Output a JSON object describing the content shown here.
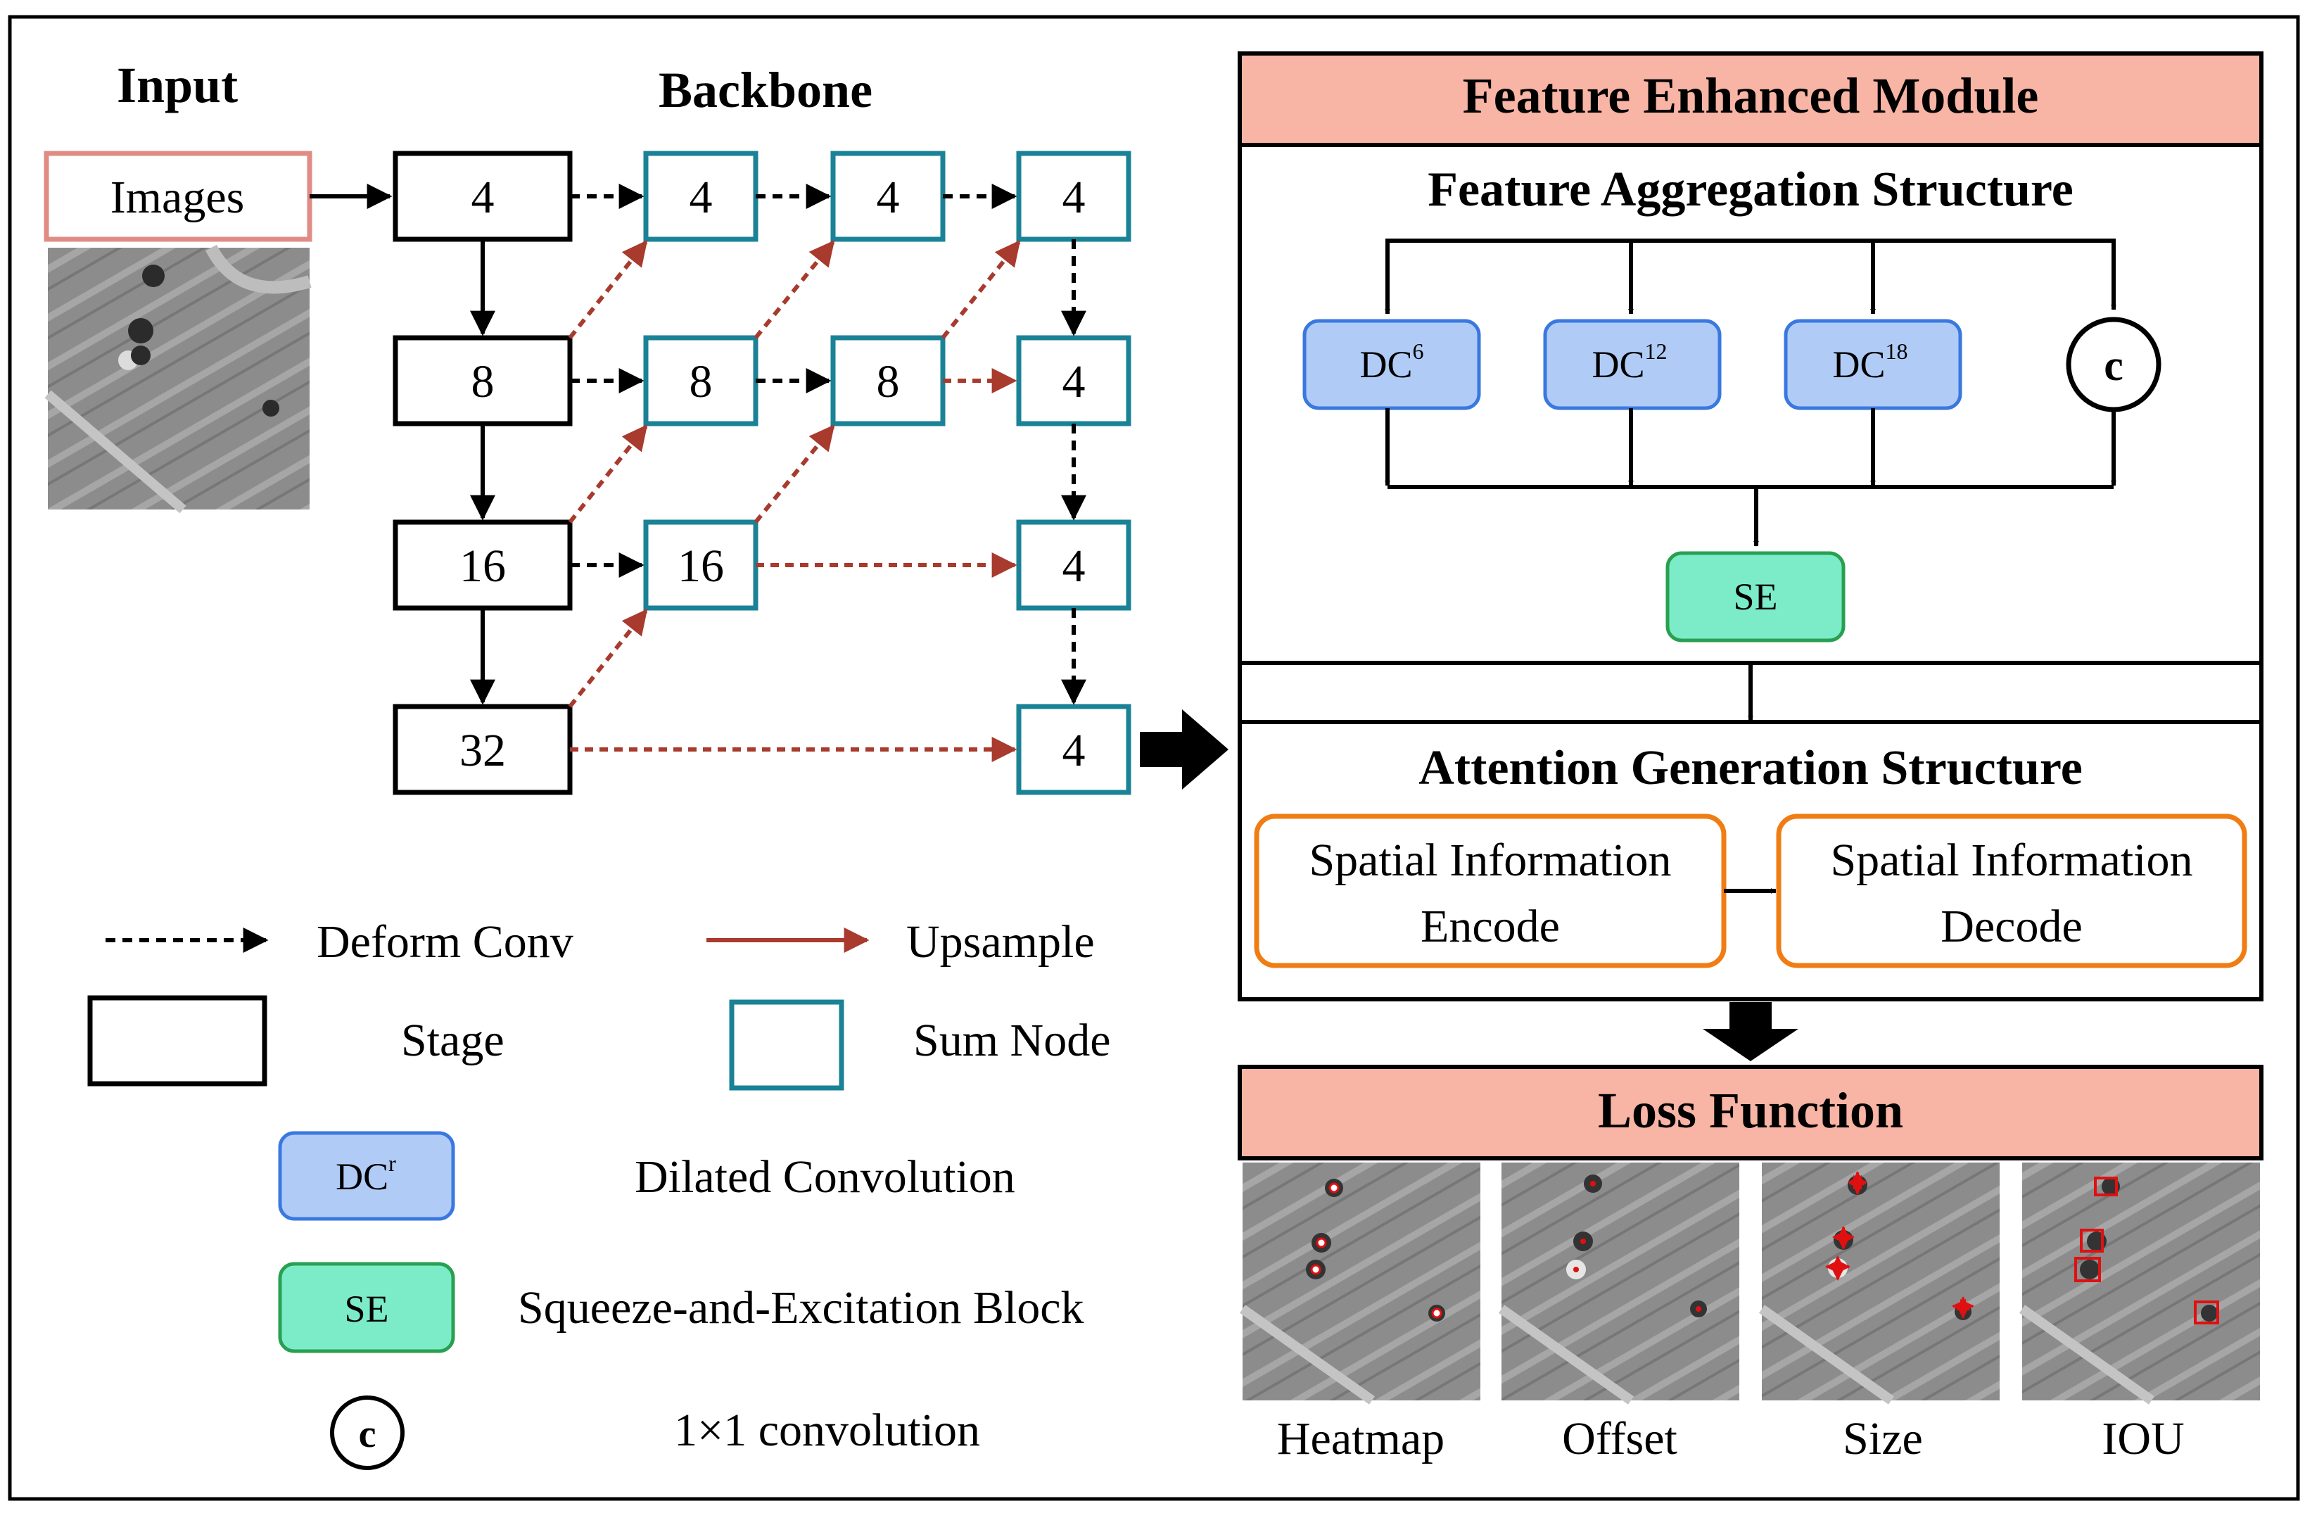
{
  "input": {
    "title": "Input",
    "images_label": "Images"
  },
  "backbone": {
    "title": "Backbone",
    "stages": [
      "4",
      "8",
      "16",
      "32"
    ],
    "col2": [
      "4",
      "8",
      "16"
    ],
    "col3": [
      "4",
      "8"
    ],
    "col4": [
      "4",
      "4",
      "4",
      "4"
    ]
  },
  "legend": {
    "deform_conv": "Deform Conv",
    "upsample": "Upsample",
    "stage": "Stage",
    "sum_node": "Sum Node",
    "dc_r_base": "DC",
    "dc_r_sup": "r",
    "dilated_conv": "Dilated Convolution",
    "se": "SE",
    "se_label": "Squeeze-and-Excitation Block",
    "c": "c",
    "conv1x1": "1×1 convolution"
  },
  "fem": {
    "title": "Feature Enhanced Module",
    "fas_title": "Feature Aggregation Structure",
    "dc": [
      {
        "base": "DC",
        "sup": "6"
      },
      {
        "base": "DC",
        "sup": "12"
      },
      {
        "base": "DC",
        "sup": "18"
      }
    ],
    "c": "c",
    "se": "SE",
    "ags_title": "Attention Generation Structure",
    "encode_line1": "Spatial Information",
    "encode_line2": "Encode",
    "decode_line1": "Spatial Information",
    "decode_line2": "Decode"
  },
  "loss": {
    "title": "Loss Function",
    "panels": [
      "Heatmap",
      "Offset",
      "Size",
      "IOU"
    ]
  },
  "colors": {
    "teal": "#1a8296",
    "red_arrow": "#a83a2e",
    "salmon": "#f8b4a4",
    "images_border": "#e08c84",
    "dc_fill": "#b0ccf6",
    "dc_border": "#3a78e0",
    "se_fill": "#7cecc8",
    "se_border": "#28a050",
    "orange": "#f07d14",
    "marker_red": "#e01010"
  }
}
